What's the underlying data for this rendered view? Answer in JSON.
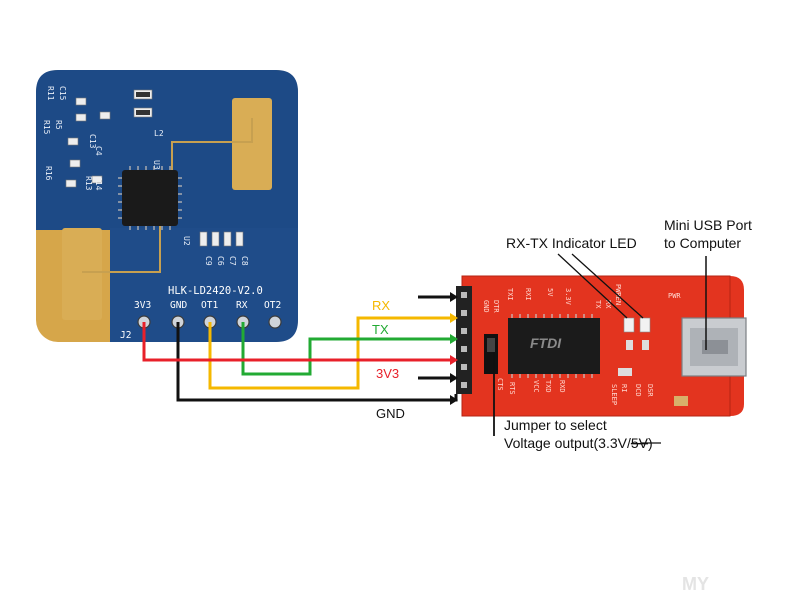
{
  "sensor_board": {
    "title": "HLK-LD2420-V2.0",
    "header_label": "J2",
    "pins": [
      "3V3",
      "GND",
      "OT1",
      "RX",
      "OT2"
    ],
    "chip_label": "U2",
    "components": [
      "R11",
      "C15",
      "R15",
      "R5",
      "C13",
      "L2",
      "U3",
      "C4",
      "R16",
      "R13",
      "C14",
      "C9",
      "C6",
      "C7",
      "C8"
    ]
  },
  "wires": [
    {
      "label": "RX",
      "color": "#f5b800"
    },
    {
      "label": "TX",
      "color": "#22aa33"
    },
    {
      "label": "3V3",
      "color": "#e8202a"
    },
    {
      "label": "GND",
      "color": "#111111"
    }
  ],
  "adapter": {
    "chip_brand": "FTDI",
    "pins": [
      "GND",
      "CTS",
      "VCC",
      "TXD",
      "RXD",
      "DTR"
    ],
    "silk_left": [
      "GND",
      "DTR",
      "TXI",
      "RXI",
      "5V",
      "3.3V",
      "RTS"
    ],
    "silk_right": [
      "PWREN",
      "RX",
      "TX",
      "PWR",
      "SLEEP",
      "RI",
      "DCD",
      "DSR"
    ]
  },
  "annotations": {
    "led": "RX-TX Indicator LED",
    "usb_line1": "Mini USB Port",
    "usb_line2": "to Computer",
    "jumper_line1": "Jumper to select",
    "jumper_line2_prefix": "Voltage output(3.3V/",
    "jumper_line2_struck": "5V",
    "jumper_line2_suffix": ")"
  },
  "watermark": "MY"
}
